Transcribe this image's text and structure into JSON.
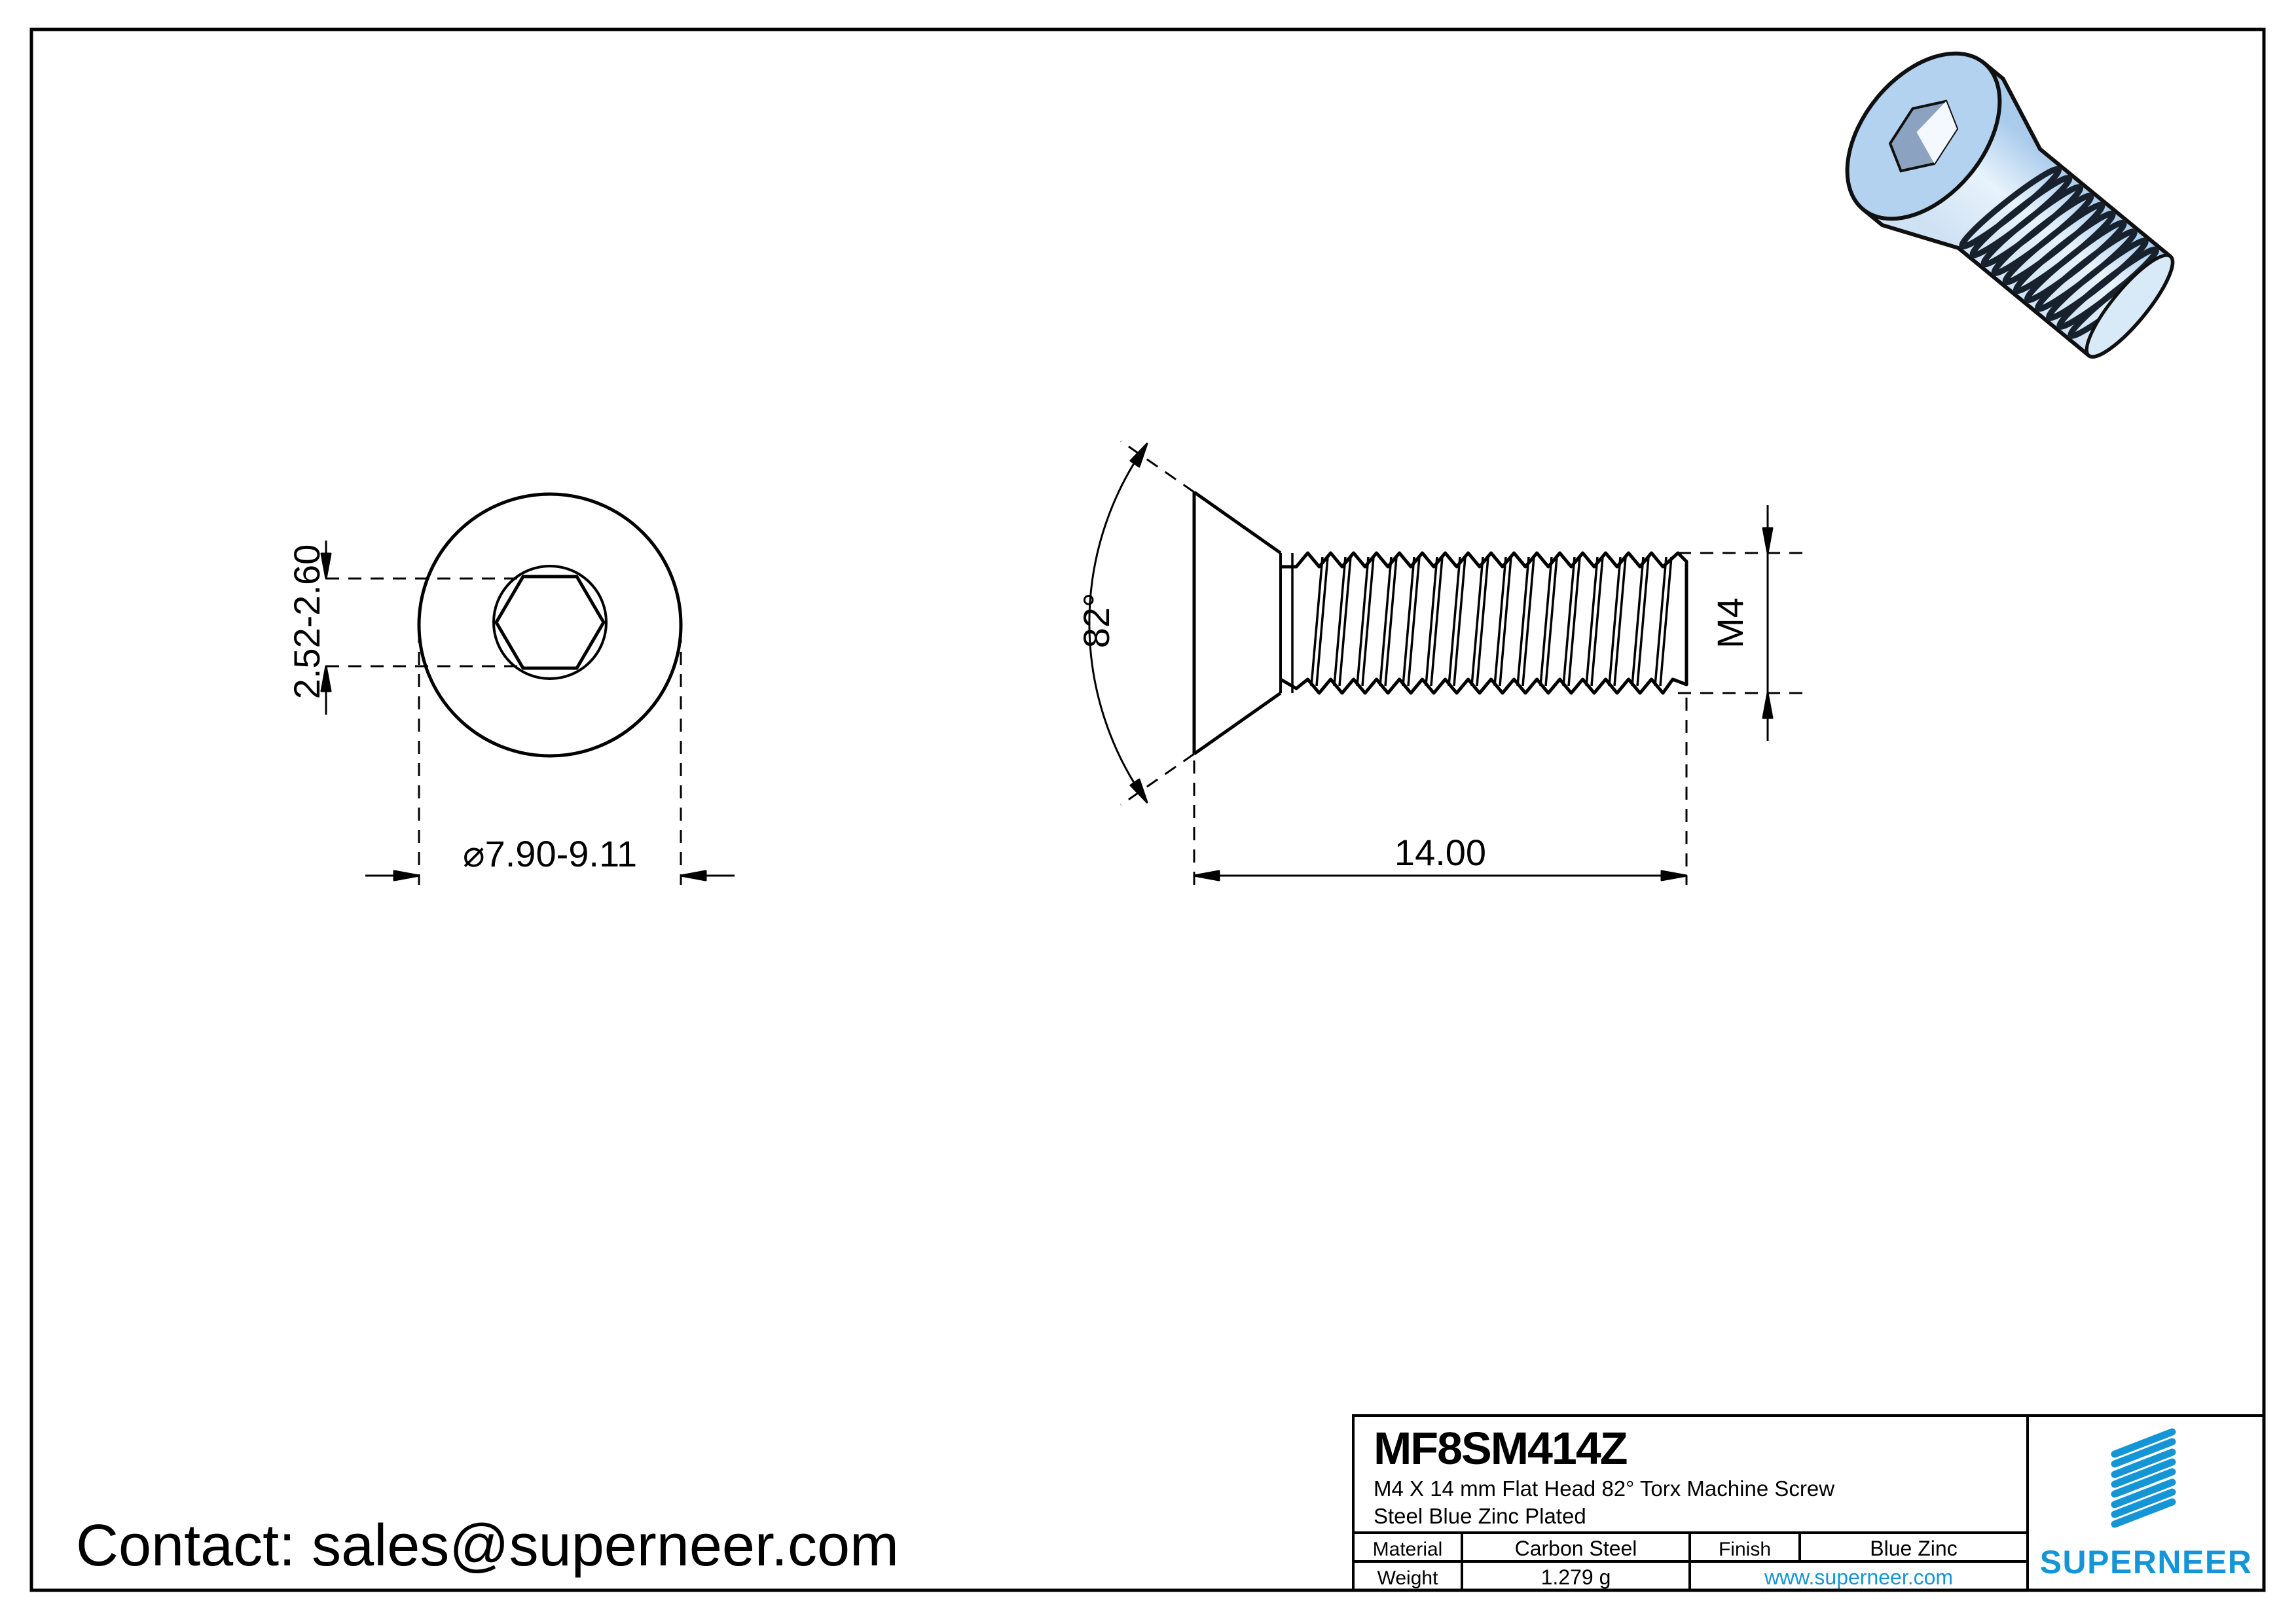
{
  "contact": {
    "label": "Contact: sales@superneer.com"
  },
  "front_view": {
    "socket_depth_dim": "2.52-2.60",
    "head_diameter_dim": "⌀7.90-9.11"
  },
  "side_view": {
    "head_angle_dim": "82°",
    "thread_size_dim": "M4",
    "length_dim": "14.00"
  },
  "title_block": {
    "part_number": "MF8SM414Z",
    "description_line1": "M4 X 14 mm  Flat Head 82° Torx Machine Screw",
    "description_line2": "Steel Blue Zinc Plated",
    "material_label": "Material",
    "material_value": "Carbon Steel",
    "finish_label": "Finish",
    "finish_value": "Blue Zinc",
    "weight_label": "Weight",
    "weight_value": "1.279 g",
    "website": "www.superneer.com",
    "brand": "SUPERNEER"
  },
  "colors": {
    "line": "#000000",
    "accent_blue": "#1495d6",
    "screw_body_blue": "#b3d2f0",
    "screw_light_blue": "#e8f3fb"
  }
}
